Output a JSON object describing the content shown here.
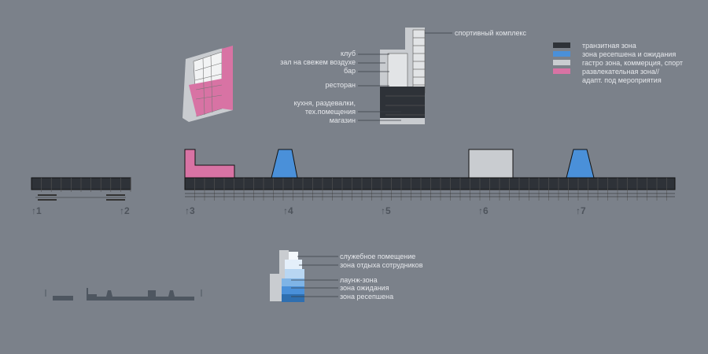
{
  "axon_labels": {
    "sport": "спортивный комплекс",
    "club": "клуб",
    "open_air_hall": "зал на свежем воздухе",
    "bar": "бар",
    "restaurant": "ресторан",
    "kitchen": "кухня, раздевалки,",
    "tech": "тех.помещения",
    "shop": "магазин"
  },
  "legend": [
    {
      "label": "транзитная зона",
      "color": "#2e3238"
    },
    {
      "label": "зона ресепшена и ожидания",
      "color": "#4a90d9"
    },
    {
      "label": "гастро зона, коммерция, спорт",
      "color": "#c9ccd0"
    },
    {
      "label": "развлекательная зона//",
      "color": "#d873a4"
    }
  ],
  "legend_extra": "адапт. под мероприятия",
  "markers": [
    "↑1",
    "↑2",
    "↑3",
    "↑4",
    "↑5",
    "↑6",
    "↑7"
  ],
  "pavilion_labels": {
    "service": "служебное помещение",
    "staff_rest": "зона отдыха сотрудников",
    "lounge": "лаунж-зона",
    "waiting": "зона ожидания",
    "reception": "зона ресепшена"
  }
}
